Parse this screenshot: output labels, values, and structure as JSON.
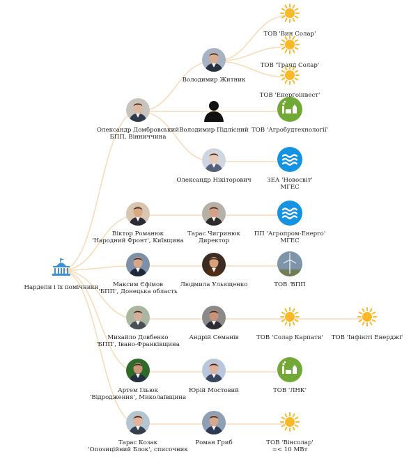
{
  "colors": {
    "edge": "#f7dcb8",
    "sun": "#fbb92a",
    "green": "#72a936",
    "blue": "#1592e0",
    "wind_sky": "#7e94a8",
    "parliament": "#3c91d5"
  },
  "root": {
    "name": "Нардепи і їх помічники",
    "icon": "parliament-building-icon"
  },
  "deputies": [
    {
      "id": "dombrovsky",
      "line1": "Олександр Домбровський",
      "line2": "БПП, Вінниччина"
    },
    {
      "id": "romaniuk",
      "line1": "Віктор Романюк",
      "line2": "'Народний Фронт', Київщина"
    },
    {
      "id": "efimov",
      "line1": "Максим Єфімов",
      "line2": "'БПП', Донецька область"
    },
    {
      "id": "dovbenko",
      "line1": "Михайло Довбенко",
      "line2": "'БПП', Івано-Франківщина"
    },
    {
      "id": "ilyuk",
      "line1": "Артем Ільюк",
      "line2": "'Відродження', Миколаївщина"
    },
    {
      "id": "kozak",
      "line1": "Тарас Козак",
      "line2": "'Опозиційний Блок', списочник"
    }
  ],
  "assistants": [
    {
      "id": "zhytnyk",
      "line1": "Володимир Житник",
      "line2": ""
    },
    {
      "id": "pidlisny",
      "line1": "Володимир Підлісний",
      "line2": ""
    },
    {
      "id": "nikitorovych",
      "line1": "Олександр Нікіторович",
      "line2": ""
    },
    {
      "id": "chyhrynyuk",
      "line1": "Тарас Чигринюк",
      "line2": "Директор"
    },
    {
      "id": "ulyashchenko",
      "line1": "Людмила Ульященко",
      "line2": ""
    },
    {
      "id": "semaniv",
      "line1": "Андрій Семанів",
      "line2": ""
    },
    {
      "id": "mostovy",
      "line1": "Юрій Мостовий",
      "line2": ""
    },
    {
      "id": "hryb",
      "line1": "Роман Гриб",
      "line2": ""
    }
  ],
  "companies": [
    {
      "id": "vin-solar",
      "line1": "ТОВ 'Вин Солар'",
      "line2": "",
      "icon": "sun-icon"
    },
    {
      "id": "trand-solar",
      "line1": "ТОВ 'Транд Солар'",
      "line2": "",
      "icon": "sun-icon"
    },
    {
      "id": "energoinvest",
      "line1": "ТОВ 'Енергоінвест'",
      "line2": "",
      "icon": "sun-icon"
    },
    {
      "id": "agrobud",
      "line1": "ТОВ 'Агробудтехнології'",
      "line2": "",
      "icon": "biogas-plant-icon"
    },
    {
      "id": "novosvit",
      "line1": "ЗЕА 'Новосвіт'",
      "line2": "МГЕС",
      "icon": "water-waves-icon"
    },
    {
      "id": "agroprom",
      "line1": "ПП 'Агропром-Енерго'",
      "line2": "МГЕС",
      "icon": "water-waves-icon"
    },
    {
      "id": "vpp",
      "line1": "ТОВ 'ВПП",
      "line2": "",
      "icon": "wind-turbine-icon"
    },
    {
      "id": "solar-karpaty",
      "line1": "ТОВ 'Солар Карпати'",
      "line2": "",
      "icon": "sun-icon"
    },
    {
      "id": "infiniti",
      "line1": "ТОВ 'Інфініті Енерджі'",
      "line2": "",
      "icon": "sun-icon"
    },
    {
      "id": "lnk",
      "line1": "ТОВ 'ЛНК'",
      "line2": "",
      "icon": "biogas-plant-icon"
    },
    {
      "id": "vinsolar",
      "line1": "ТОВ 'Вінсолар'",
      "line2": "=< 10 МВт",
      "icon": "sun-icon"
    }
  ],
  "links": [
    [
      "root",
      "dombrovsky"
    ],
    [
      "root",
      "romaniuk"
    ],
    [
      "root",
      "efimov"
    ],
    [
      "root",
      "dovbenko"
    ],
    [
      "root",
      "ilyuk"
    ],
    [
      "root",
      "kozak"
    ],
    [
      "dombrovsky",
      "zhytnyk"
    ],
    [
      "dombrovsky",
      "pidlisny"
    ],
    [
      "dombrovsky",
      "nikitorovych"
    ],
    [
      "zhytnyk",
      "vin-solar"
    ],
    [
      "zhytnyk",
      "trand-solar"
    ],
    [
      "zhytnyk",
      "energoinvest"
    ],
    [
      "pidlisny",
      "agrobud"
    ],
    [
      "nikitorovych",
      "novosvit"
    ],
    [
      "romaniuk",
      "chyhrynyuk"
    ],
    [
      "chyhrynyuk",
      "agroprom"
    ],
    [
      "efimov",
      "ulyashchenko"
    ],
    [
      "ulyashchenko",
      "vpp"
    ],
    [
      "dovbenko",
      "semaniv"
    ],
    [
      "semaniv",
      "solar-karpaty"
    ],
    [
      "solar-karpaty",
      "infiniti"
    ],
    [
      "ilyuk",
      "mostovy"
    ],
    [
      "mostovy",
      "lnk"
    ],
    [
      "kozak",
      "hryb"
    ],
    [
      "hryb",
      "vinsolar"
    ]
  ]
}
